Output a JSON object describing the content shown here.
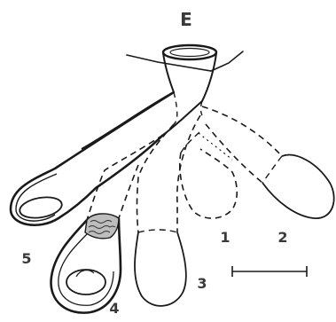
{
  "figure": {
    "panel_letter": "E",
    "branch_labels": {
      "b1": "1",
      "b2": "2",
      "b3": "3",
      "b4": "4",
      "b5": "5"
    }
  },
  "colors": {
    "ink": "#1a1a1a",
    "label": "#3a3a3a",
    "background": "#ffffff"
  }
}
